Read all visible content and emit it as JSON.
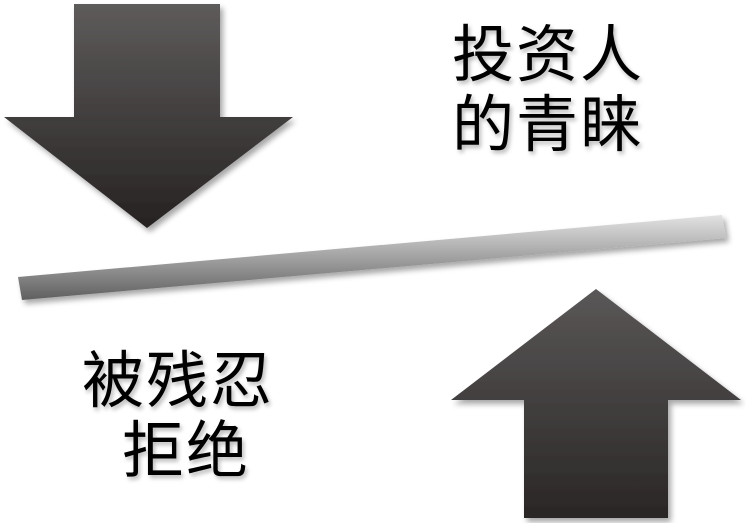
{
  "labels": {
    "investor_favor": {
      "line1": "投资人",
      "line2": "的青睐"
    },
    "rejected": {
      "line1": "被残忍",
      "line2": "拒绝"
    }
  },
  "colors": {
    "arrow_dark": "#2f2b2b",
    "arrow_mid": "#595656",
    "beam_light": "#c9c9c9",
    "beam_dark": "#6e6e6e",
    "text": "#000000",
    "background": "#ffffff"
  }
}
